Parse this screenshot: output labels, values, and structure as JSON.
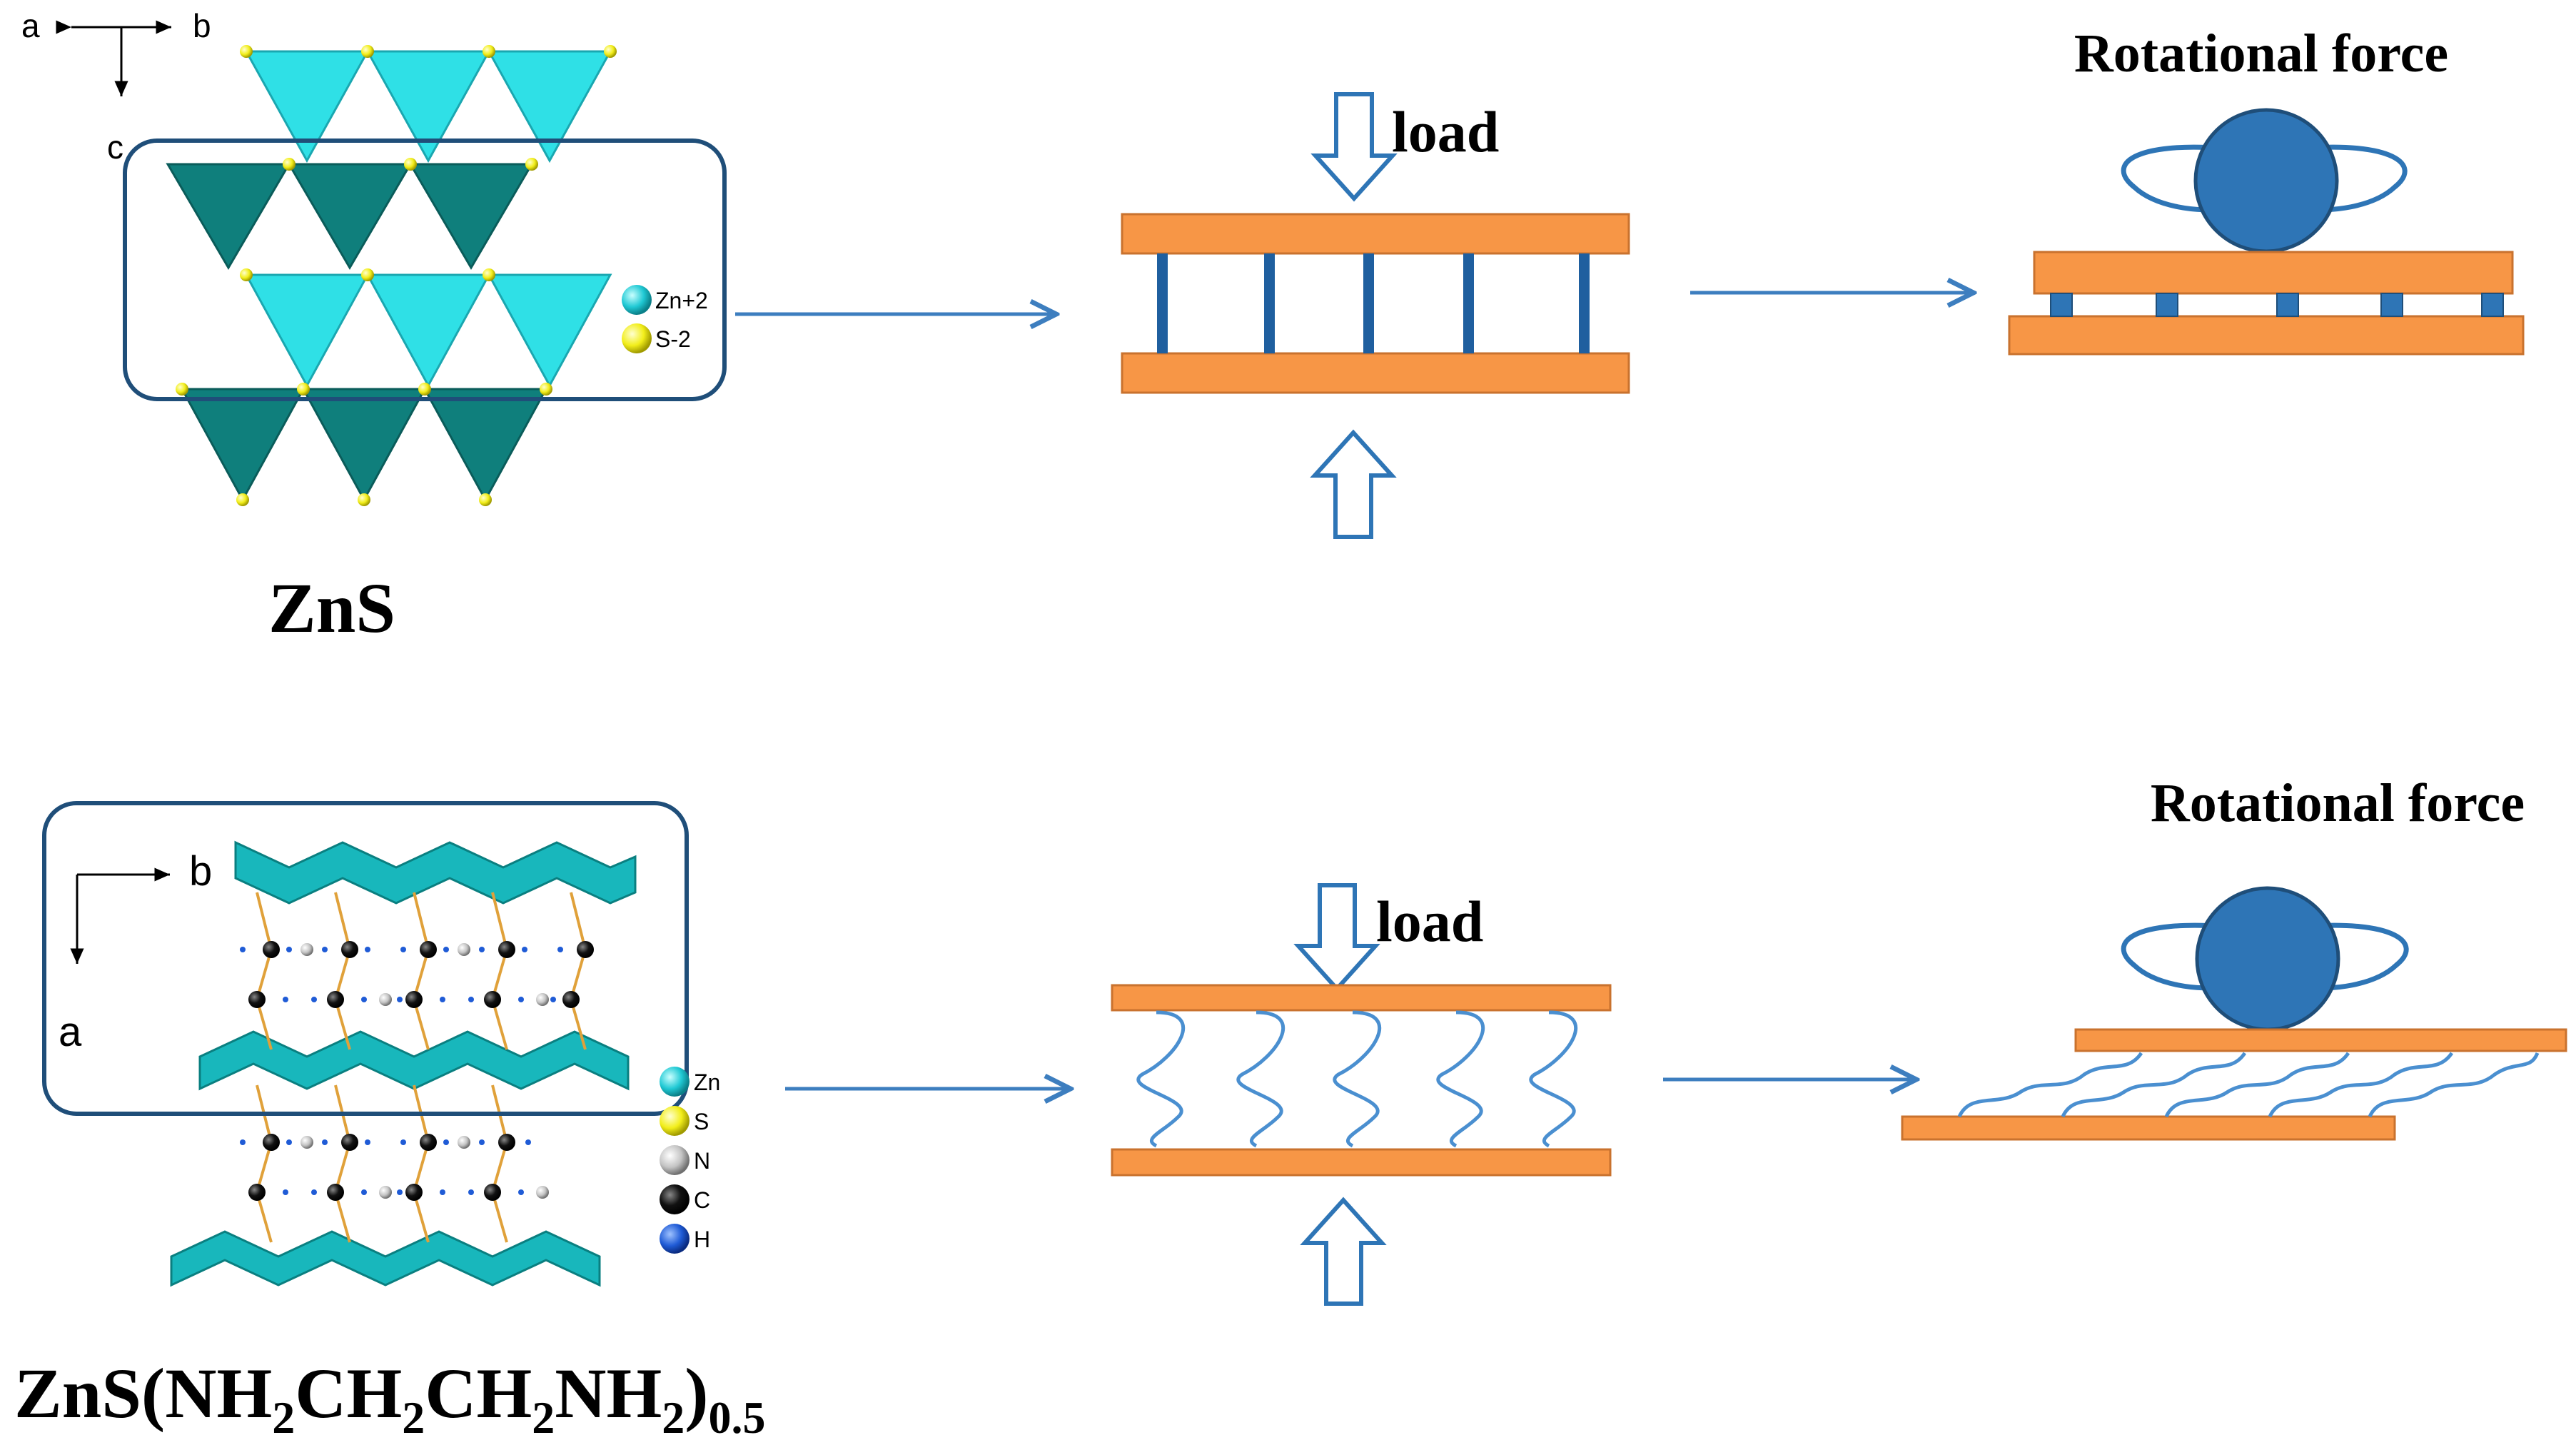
{
  "colors": {
    "tetra_light": "#2fe0e6",
    "tetra_dark": "#0f7f7c",
    "sulfur": "#f2ee1a",
    "plate": "#f79646",
    "plate_edge": "#c9722e",
    "blue": "#2e75b6",
    "arrow_blue": "#3d7ebf",
    "carbon": "#111111",
    "nitrogen": "#c8c8c8",
    "hydrogen": "#1f5bd6",
    "bond": "#e0a13a"
  },
  "top": {
    "axes": {
      "a": "a",
      "b": "b",
      "c": "c"
    },
    "legend": [
      {
        "label": "Zn+2",
        "icon": "cyan-sphere"
      },
      {
        "label": "S-2",
        "icon": "yellow-sphere"
      }
    ],
    "compound": {
      "text": "ZnS"
    },
    "load_label": "load",
    "force_label": "Rotational force"
  },
  "bottom": {
    "axes": {
      "b": "b",
      "a": "a"
    },
    "legend": [
      {
        "label": "Zn",
        "icon": "cyan-sphere"
      },
      {
        "label": "S",
        "icon": "yellow-sphere"
      },
      {
        "label": "N",
        "icon": "grey-sphere"
      },
      {
        "label": "C",
        "icon": "black-sphere"
      },
      {
        "label": "H",
        "icon": "blue-sphere"
      }
    ],
    "compound": {
      "base": "ZnS(NH",
      "sub1": "2",
      "mid1": "CH",
      "sub2": "2",
      "mid2": "CH",
      "sub3": "2",
      "mid3": "NH",
      "sub4": "2",
      "close": ")",
      "sub5": "0.5"
    },
    "load_label": "load",
    "force_label": "Rotational force"
  }
}
